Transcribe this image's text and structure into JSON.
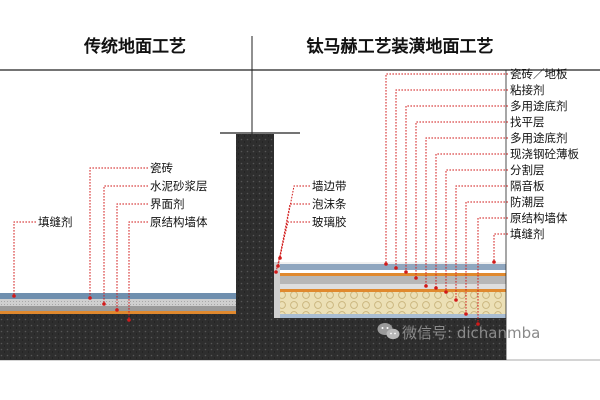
{
  "titles": {
    "traditional": "传统地面工艺",
    "timahe": "钛马赫工艺装潢地面工艺"
  },
  "traditional_labels": [
    "瓷砖",
    "水泥砂浆层",
    "界面剂",
    "原结构墙体"
  ],
  "traditional_grout_label": "填缝剂",
  "wall_labels": [
    "墙边带",
    "泡沫条",
    "玻璃胶"
  ],
  "timahe_labels": [
    "瓷砖／地板",
    "粘接剂",
    "多用途底剂",
    "找平层",
    "多用途底剂",
    "现浇钢砼薄板",
    "分割层",
    "隔音板",
    "防潮层",
    "原结构墙体",
    "填缝剂"
  ],
  "watermark": {
    "text": "微信号: dichanmba",
    "icon": "wechat-icon"
  },
  "colors": {
    "leader": "#d11a1a",
    "concrete": "#2b2b2b",
    "insulation": "#e6d7a8",
    "orange_layer": "#e0892e",
    "blue_layer": "#a9bdd2"
  }
}
